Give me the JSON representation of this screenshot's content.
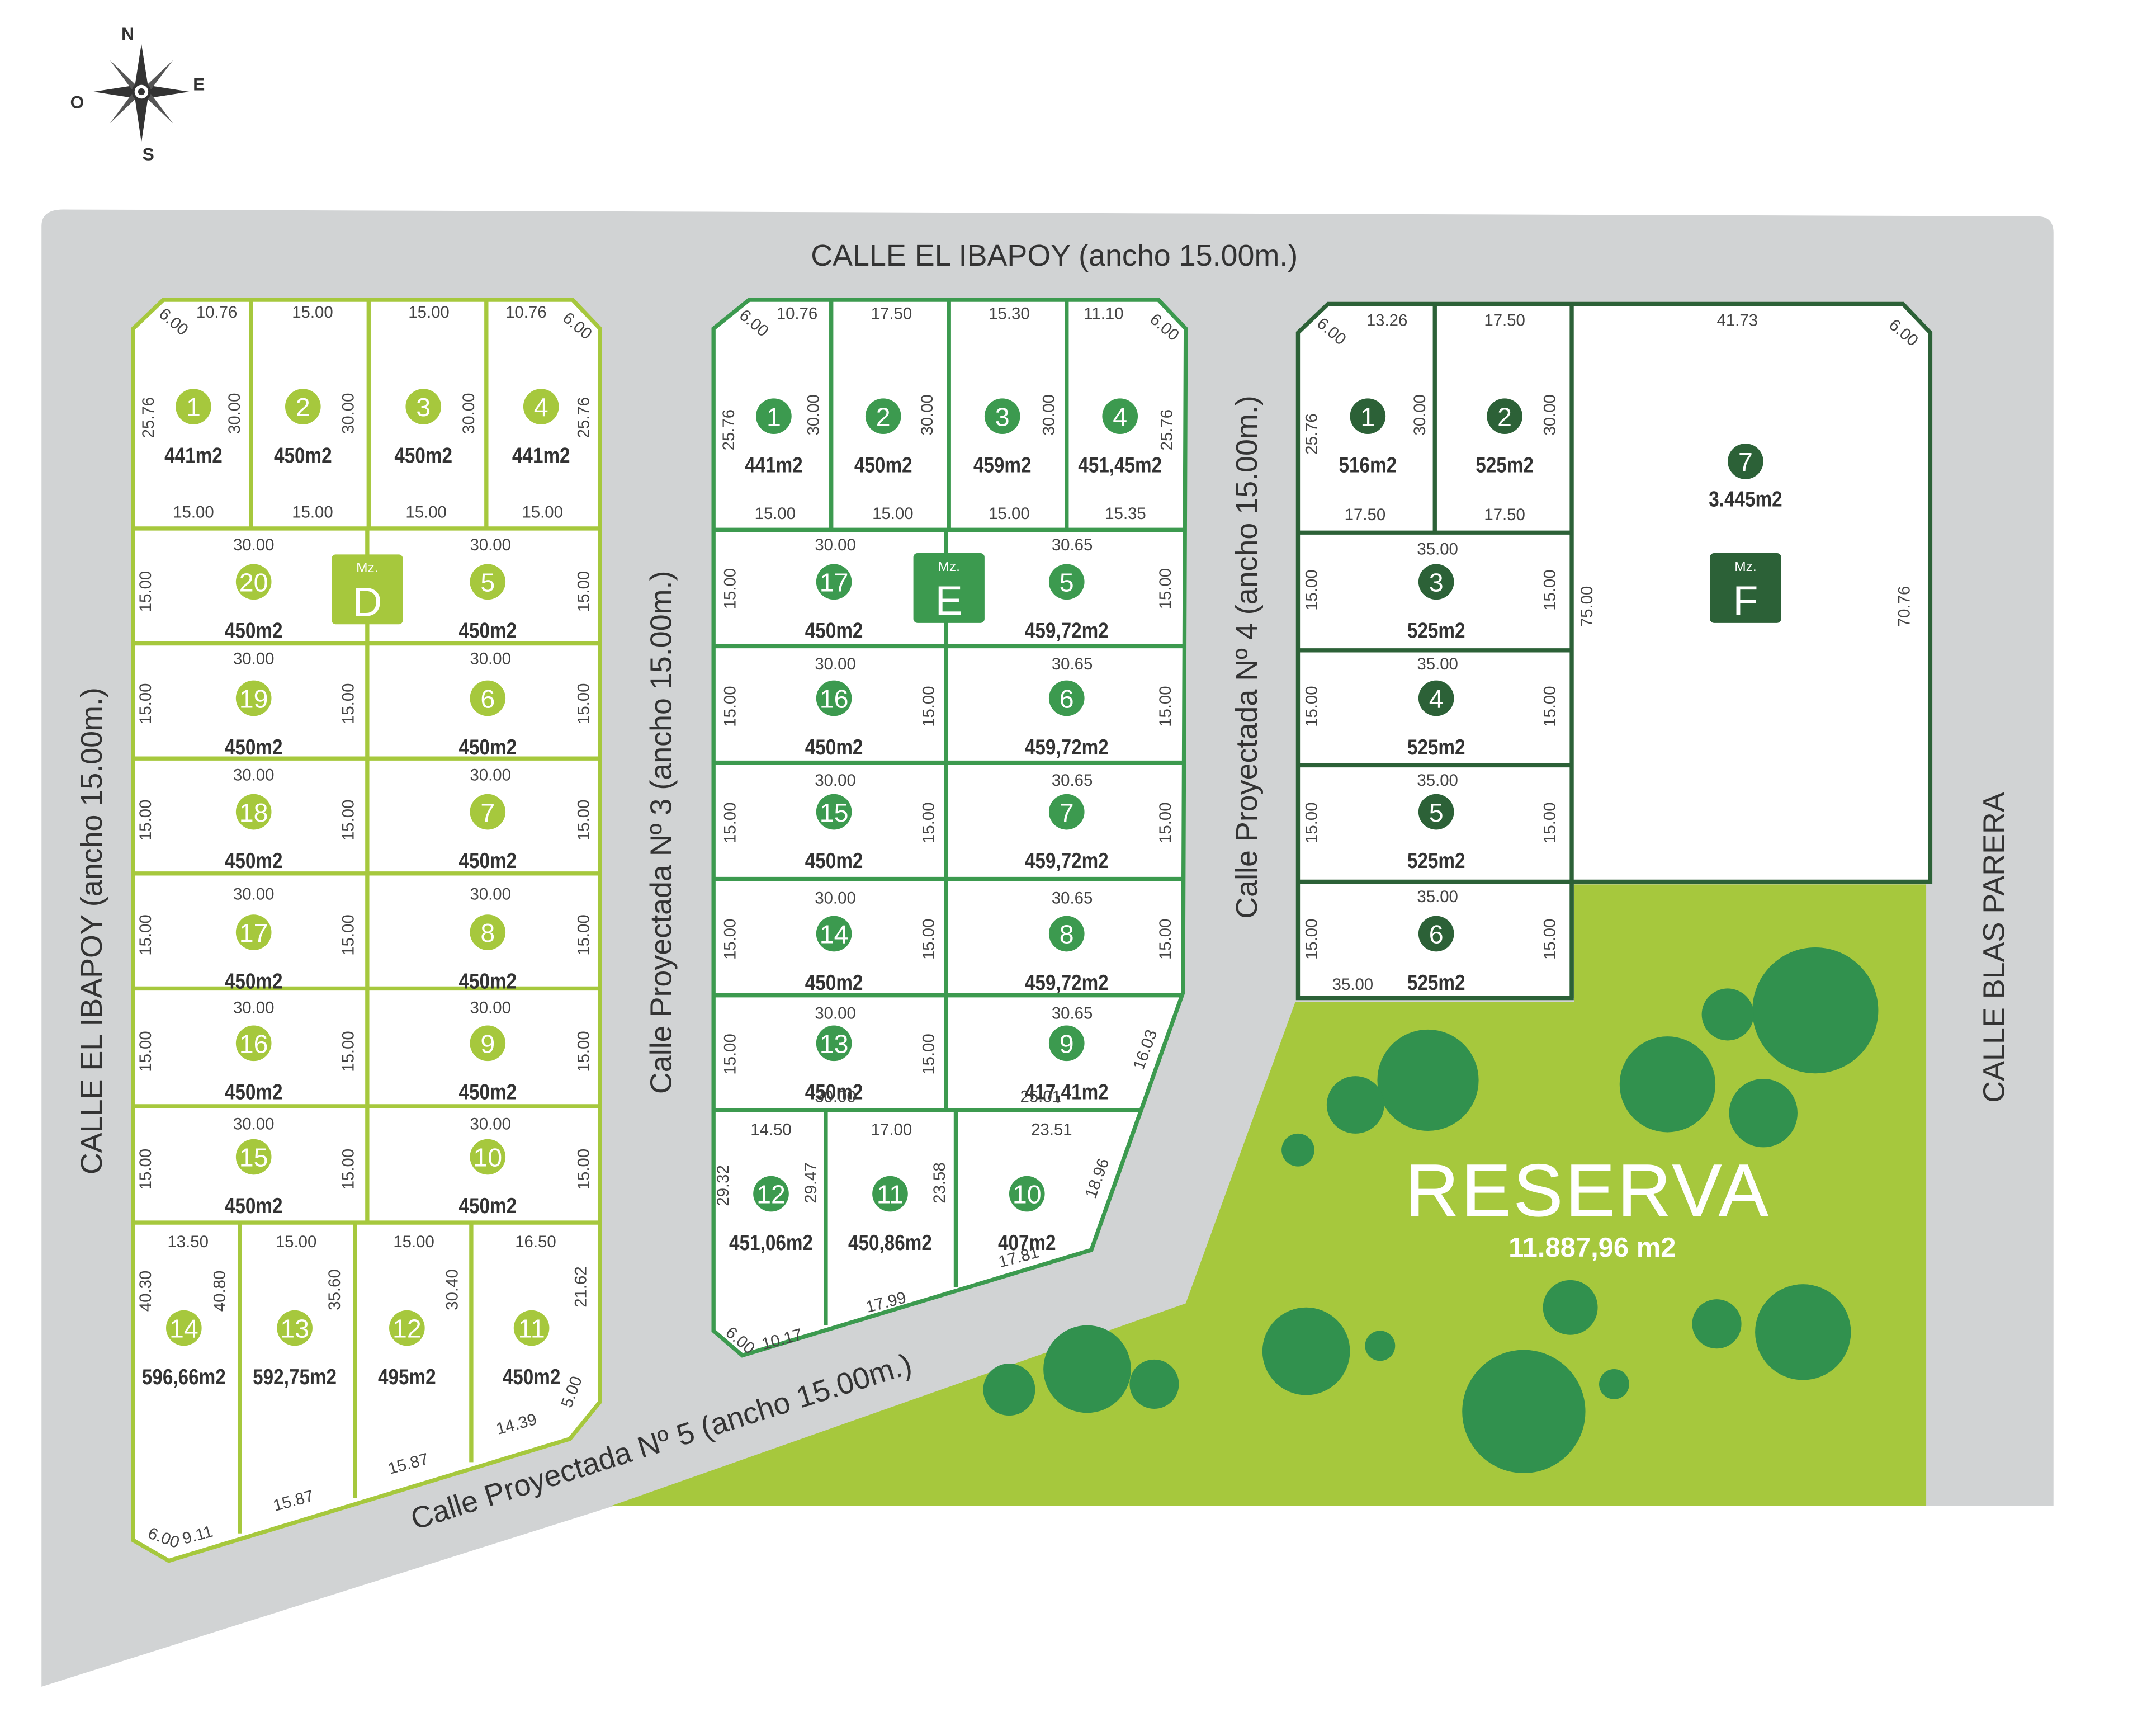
{
  "compass": {
    "n": "N",
    "s": "S",
    "e": "E",
    "o": "O"
  },
  "streets": {
    "top": "CALLE EL IBAPOY (ancho 15.00m.)",
    "left": "CALLE EL IBAPOY (ancho 15.00m.)",
    "p3": "Calle Proyectada Nº 3 (ancho 15.00m.)",
    "p4": "Calle Proyectada Nº 4 (ancho 15.00m.)",
    "p5": "Calle Proyectada Nº 5 (ancho 15.00m.)",
    "right": "CALLE BLAS PARERA"
  },
  "colors": {
    "road": "#d1d3d4",
    "mzD": "#a6c83d",
    "mzE": "#3c9a4f",
    "mzF": "#2c6137",
    "reserva": "#a6c83d",
    "tree": "#31914e"
  },
  "blocks": {
    "D": {
      "label": "D",
      "mz": "Mz."
    },
    "E": {
      "label": "E",
      "mz": "Mz."
    },
    "F": {
      "label": "F",
      "mz": "Mz."
    }
  },
  "lots": {
    "D1": {
      "n": "1",
      "area": "441m2",
      "dims": [
        "10.76",
        "6.00",
        "25.76",
        "30.00",
        "15.00"
      ]
    },
    "D2": {
      "n": "2",
      "area": "450m2",
      "dims": [
        "15.00",
        "30.00",
        "15.00"
      ]
    },
    "D3": {
      "n": "3",
      "area": "450m2",
      "dims": [
        "15.00",
        "30.00",
        "15.00"
      ]
    },
    "D4": {
      "n": "4",
      "area": "441m2",
      "dims": [
        "10.76",
        "6.00",
        "25.76",
        "15.00"
      ]
    },
    "D20": {
      "n": "20",
      "area": "450m2",
      "dims": [
        "30.00",
        "15.00"
      ]
    },
    "D5": {
      "n": "5",
      "area": "450m2",
      "dims": [
        "30.00",
        "15.00"
      ]
    },
    "D19": {
      "n": "19",
      "area": "450m2",
      "dims": [
        "30.00",
        "15.00",
        "15.00"
      ]
    },
    "D6": {
      "n": "6",
      "area": "450m2",
      "dims": [
        "30.00",
        "15.00"
      ]
    },
    "D18": {
      "n": "18",
      "area": "450m2",
      "dims": [
        "30.00",
        "15.00",
        "15.00"
      ]
    },
    "D7": {
      "n": "7",
      "area": "450m2",
      "dims": [
        "30.00",
        "15.00"
      ]
    },
    "D17": {
      "n": "17",
      "area": "450m2",
      "dims": [
        "30.00",
        "15.00",
        "15.00"
      ]
    },
    "D8": {
      "n": "8",
      "area": "450m2",
      "dims": [
        "30.00",
        "15.00"
      ]
    },
    "D16": {
      "n": "16",
      "area": "450m2",
      "dims": [
        "30.00",
        "15.00",
        "15.00"
      ]
    },
    "D9": {
      "n": "9",
      "area": "450m2",
      "dims": [
        "30.00",
        "15.00"
      ]
    },
    "D15": {
      "n": "15",
      "area": "450m2",
      "dims": [
        "30.00",
        "15.00",
        "15.00"
      ]
    },
    "D10": {
      "n": "10",
      "area": "450m2",
      "dims": [
        "30.00",
        "15.00"
      ]
    },
    "D14": {
      "n": "14",
      "area": "596,66m2",
      "dims": [
        "13.50",
        "40.30",
        "40.80",
        "6.00",
        "9.11"
      ]
    },
    "D13": {
      "n": "13",
      "area": "592,75m2",
      "dims": [
        "15.00",
        "35.60",
        "15.87"
      ]
    },
    "D12": {
      "n": "12",
      "area": "495m2",
      "dims": [
        "15.00",
        "30.40",
        "15.87"
      ]
    },
    "D11": {
      "n": "11",
      "area": "450m2",
      "dims": [
        "16.50",
        "21.62",
        "5.00",
        "14.39"
      ]
    },
    "E1": {
      "n": "1",
      "area": "441m2",
      "dims": [
        "10.76",
        "6.00",
        "25.76",
        "30.00",
        "15.00"
      ]
    },
    "E2": {
      "n": "2",
      "area": "450m2",
      "dims": [
        "17.50",
        "30.00",
        "15.00"
      ]
    },
    "E3": {
      "n": "3",
      "area": "459m2",
      "dims": [
        "15.30",
        "30.00",
        "15.00"
      ]
    },
    "E4": {
      "n": "4",
      "area": "451,45m2",
      "dims": [
        "11.10",
        "6.00",
        "25.76",
        "15.35"
      ]
    },
    "E17": {
      "n": "17",
      "area": "450m2",
      "dims": [
        "30.00",
        "15.00"
      ]
    },
    "E5": {
      "n": "5",
      "area": "459,72m2",
      "dims": [
        "30.65",
        "15.00"
      ]
    },
    "E16": {
      "n": "16",
      "area": "450m2",
      "dims": [
        "30.00",
        "15.00",
        "15.00"
      ]
    },
    "E6": {
      "n": "6",
      "area": "459,72m2",
      "dims": [
        "30.65",
        "15.00"
      ]
    },
    "E15": {
      "n": "15",
      "area": "450m2",
      "dims": [
        "30.00",
        "15.00",
        "15.00"
      ]
    },
    "E7": {
      "n": "7",
      "area": "459,72m2",
      "dims": [
        "30.65",
        "15.00"
      ]
    },
    "E14": {
      "n": "14",
      "area": "450m2",
      "dims": [
        "30.00",
        "15.00",
        "15.00"
      ]
    },
    "E8": {
      "n": "8",
      "area": "459,72m2",
      "dims": [
        "30.65",
        "15.00"
      ]
    },
    "E13": {
      "n": "13",
      "area": "450m2",
      "dims": [
        "30.00",
        "15.00",
        "15.00",
        "30.00"
      ]
    },
    "E9": {
      "n": "9",
      "area": "417,41m2",
      "dims": [
        "30.65",
        "16.03",
        "25.01"
      ]
    },
    "E12": {
      "n": "12",
      "area": "451,06m2",
      "dims": [
        "14.50",
        "29.32",
        "29.47",
        "6.00",
        "10.17"
      ]
    },
    "E11": {
      "n": "11",
      "area": "450,86m2",
      "dims": [
        "17.00",
        "23.58",
        "17.99"
      ]
    },
    "E10": {
      "n": "10",
      "area": "407m2",
      "dims": [
        "23.51",
        "18.96",
        "17.81"
      ]
    },
    "F1": {
      "n": "1",
      "area": "516m2",
      "dims": [
        "13.26",
        "6.00",
        "25.76",
        "30.00",
        "17.50"
      ]
    },
    "F2": {
      "n": "2",
      "area": "525m2",
      "dims": [
        "17.50",
        "30.00",
        "17.50"
      ]
    },
    "F7": {
      "n": "7",
      "area": "3.445m2",
      "dims": [
        "41.73",
        "6.00",
        "75.00",
        "70.76"
      ]
    },
    "F3": {
      "n": "3",
      "area": "525m2",
      "dims": [
        "35.00",
        "15.00",
        "15.00"
      ]
    },
    "F4": {
      "n": "4",
      "area": "525m2",
      "dims": [
        "35.00",
        "15.00",
        "15.00"
      ]
    },
    "F5": {
      "n": "5",
      "area": "525m2",
      "dims": [
        "35.00",
        "15.00",
        "15.00"
      ]
    },
    "F6": {
      "n": "6",
      "area": "525m2",
      "dims": [
        "35.00",
        "15.00",
        "15.00",
        "35.00"
      ]
    }
  },
  "reserva": {
    "title": "RESERVA",
    "area": "11.887,96 m2"
  }
}
